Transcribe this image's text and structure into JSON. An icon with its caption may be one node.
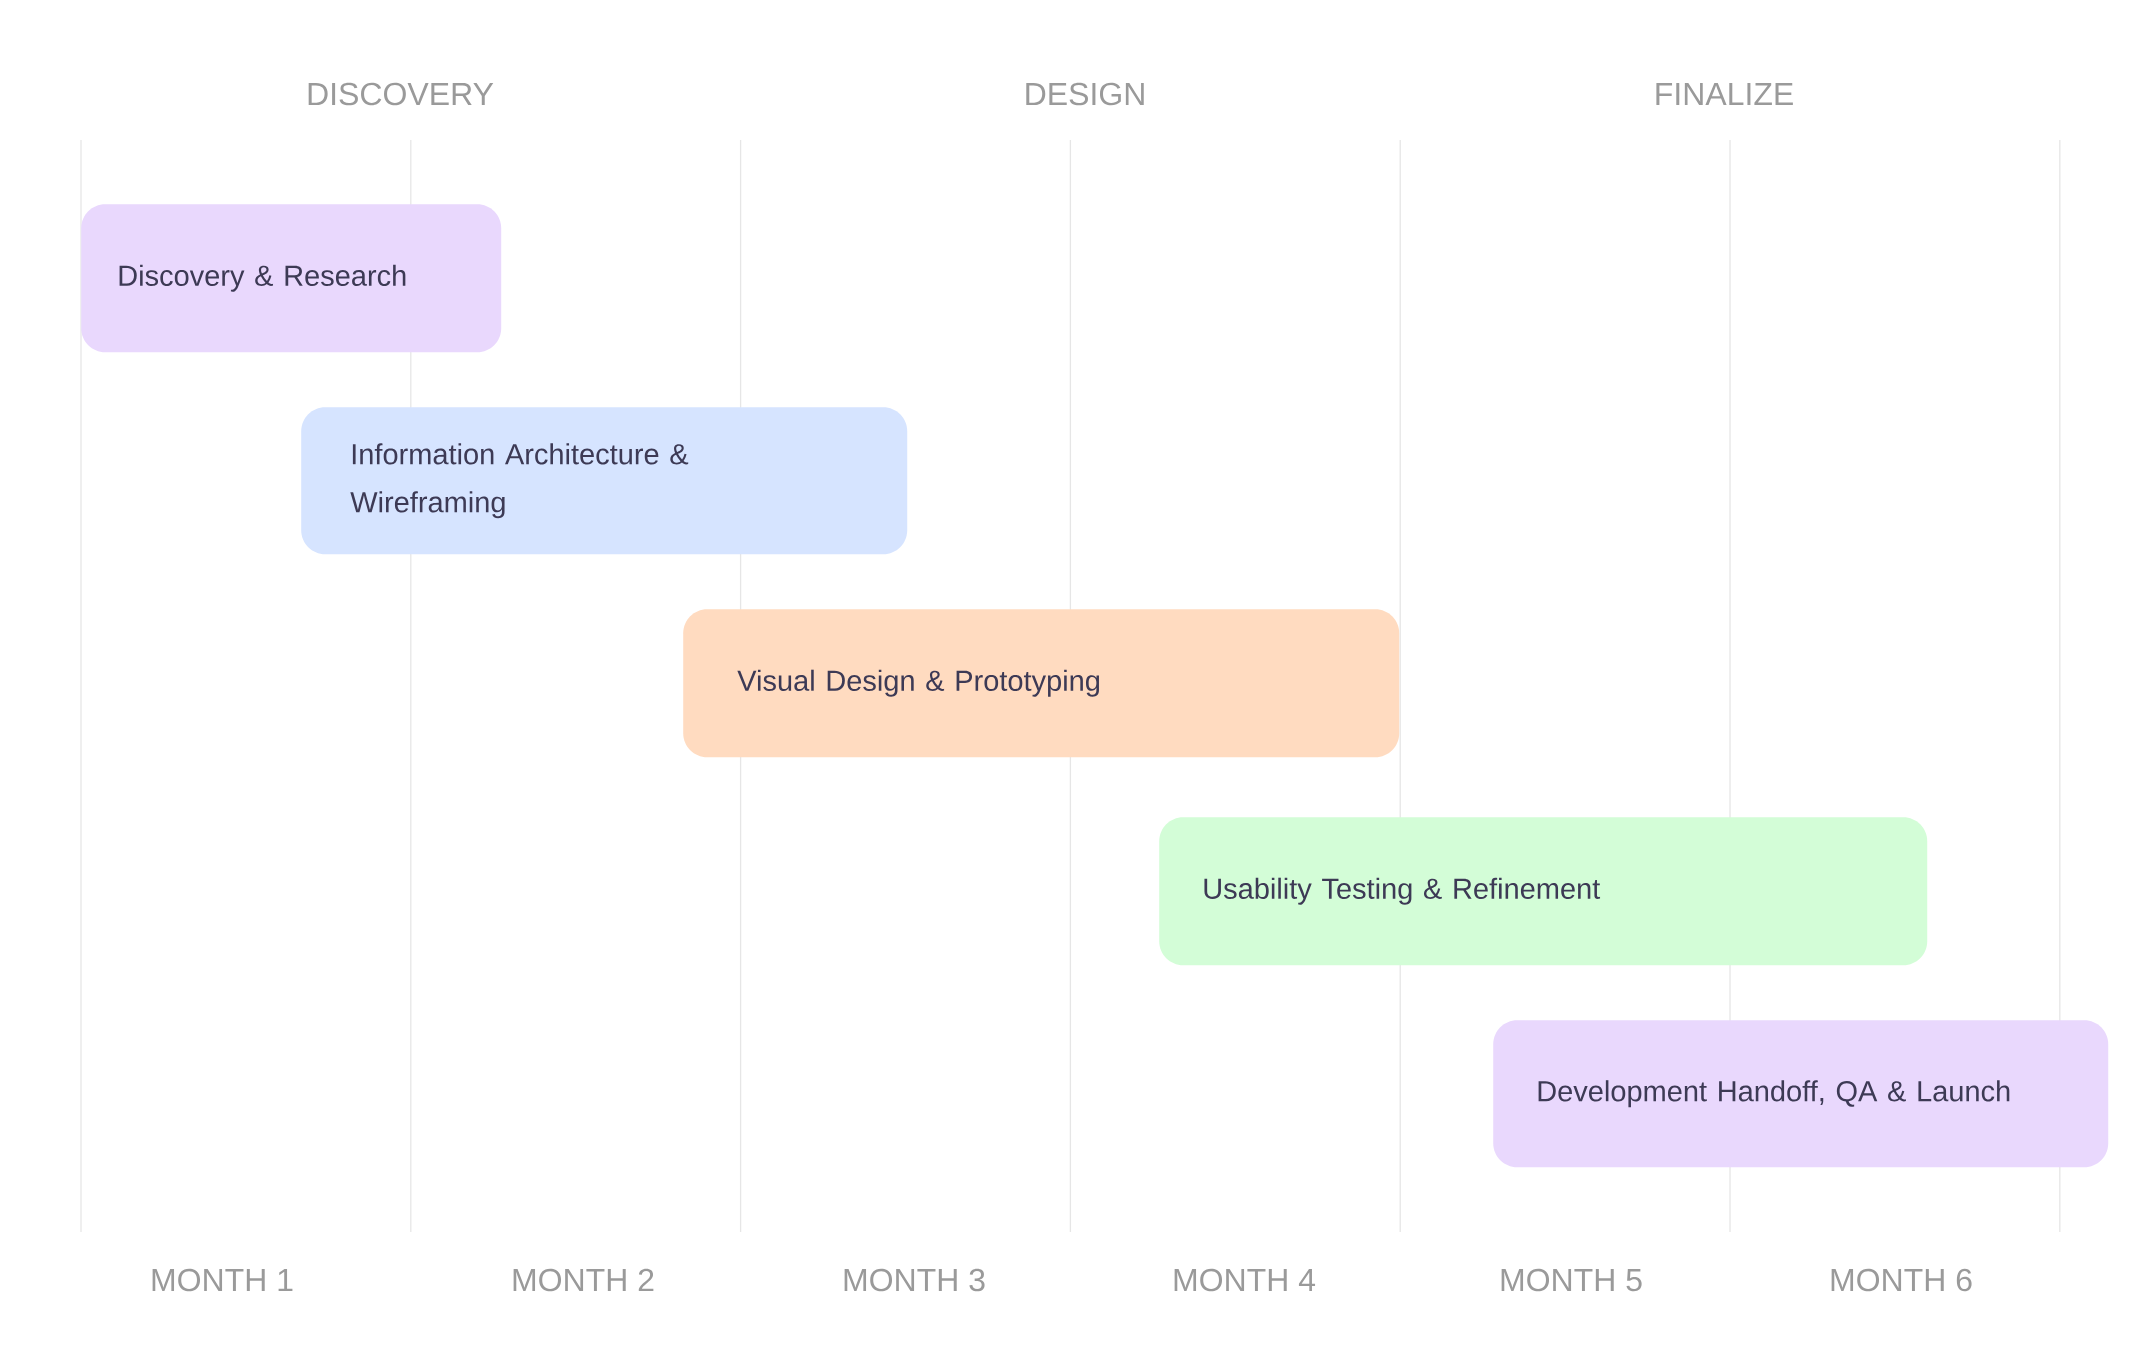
{
  "diagram": {
    "nodes": [
      {
        "text": [
          "Discovery & Research"
        ]
      },
      {
        "text": [
          "Information Architecture & Wireframing"
        ]
      },
      {
        "text": [
          "Visual Design & Prototyping"
        ]
      },
      {
        "text": [
          "Usability Testing & Refinement"
        ]
      },
      {
        "text": [
          "Development Handoff, QA & Launch"
        ]
      }
    ],
    "labels": [
      "DISCOVERY",
      "DESIGN",
      "FINALIZE",
      "MONTH 1",
      "MONTH 2",
      "MONTH 3",
      "MONTH 4",
      "MONTH 5",
      "MONTH 6"
    ]
  }
}
